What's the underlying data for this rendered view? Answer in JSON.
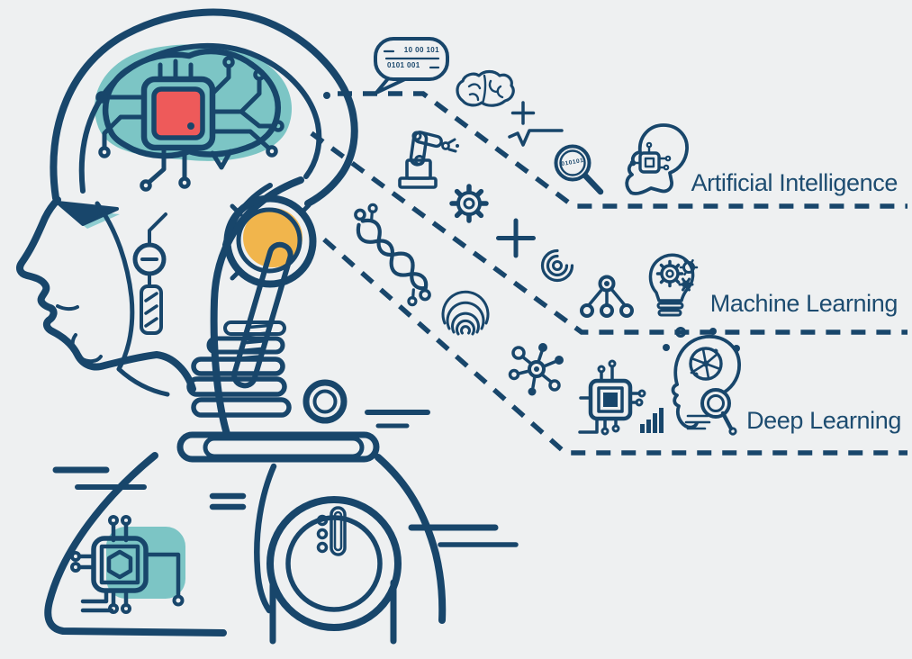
{
  "page": {
    "title": "Artificial Intelligence / Machine Learning / Deep Learning infographic"
  },
  "colors": {
    "background": "#eef0f1",
    "navy": "#18466b",
    "teal": "#7cc5c5",
    "teal_light": "#9ed8da",
    "yellow": "#f1b54c",
    "red": "#ee5a5a",
    "text": "#1d4c70"
  },
  "labels": {
    "artificial_intelligence": "Artificial Intelligence",
    "machine_learning": "Machine Learning",
    "deep_learning": "Deep Learning"
  },
  "speech_bubble": {
    "line1": "10 00 101",
    "line2": "0101 001"
  },
  "magnifier_label": "010101",
  "icons": {
    "floating": [
      "speech-bubble-binary",
      "brain",
      "plus-sign",
      "square-root",
      "robot-arm",
      "gear",
      "dna-helix",
      "plus-sign",
      "spiral",
      "fingerprint"
    ],
    "ai_row": [
      "magnifier-binary",
      "head-with-chip"
    ],
    "ml_row": [
      "spiral",
      "node-tree",
      "bulb-with-gears"
    ],
    "dl_row": [
      "molecule-network",
      "microchip",
      "bar-chart",
      "head-with-gears"
    ],
    "robot": [
      "brain-circuit-chip",
      "eye",
      "ear-port",
      "microphone-arm",
      "neck-coils",
      "collar",
      "chest-port",
      "shoulder-chip"
    ]
  }
}
